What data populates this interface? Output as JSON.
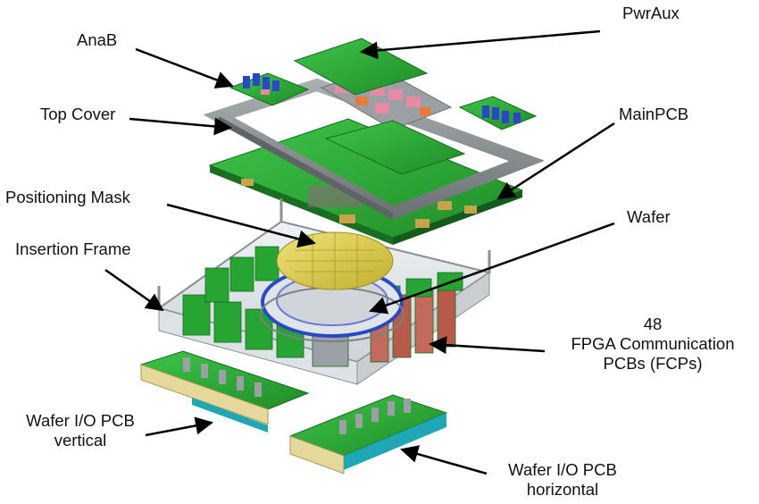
{
  "labels": {
    "pwraux": "PwrAux",
    "anab": "AnaB",
    "top_cover": "Top Cover",
    "main_pcb": "MainPCB",
    "positioning_mask": "Positioning Mask",
    "wafer": "Wafer",
    "insertion_frame": "Insertion Frame",
    "fcp_count": "48",
    "fcp_line1": "FPGA Communication",
    "fcp_line2": "PCBs (FCPs)",
    "wafer_io_vertical_line1": "Wafer I/O PCB",
    "wafer_io_vertical_line2": "vertical",
    "wafer_io_horizontal_line1": "Wafer I/O PCB",
    "wafer_io_horizontal_line2": "horizontal"
  },
  "colors": {
    "pcb_green": "#2fb13a",
    "pcb_green_dark": "#1d7d26",
    "frame_gray": "#8a8f92",
    "wafer_yellow": "#e3d24a",
    "chip_pink": "#e88aa6",
    "connector_blue": "#2a47c9",
    "gold_pad": "#e6d79a",
    "teal": "#1fa7b5"
  }
}
